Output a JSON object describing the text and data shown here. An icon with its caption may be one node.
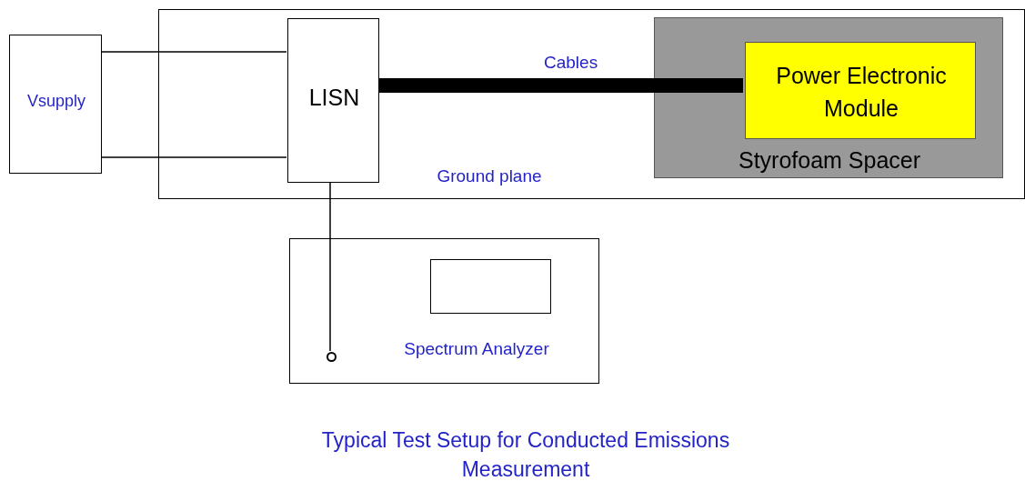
{
  "diagram": {
    "caption": "Typical Test Setup for Conducted Emissions Measurement",
    "nodes": [
      {
        "text": [
          "Vsupply"
        ]
      },
      {
        "text": [
          "Ground plane"
        ]
      },
      {
        "text": [
          "LISN"
        ],
        "in": 1
      },
      {
        "text": [
          "Styrofoam Spacer"
        ],
        "in": 1
      },
      {
        "text": [
          "Power Electronic Module"
        ],
        "in": 3
      },
      {
        "text": [
          "Spectrum Analyzer"
        ]
      },
      {
        "text": [],
        "shape": "box",
        "in": 5
      },
      {
        "text": [],
        "shape": "circle",
        "in": 5
      }
    ],
    "edges": [
      {
        "from": 0,
        "to": 2,
        "arrow": "none"
      },
      {
        "from": 0,
        "to": 2,
        "arrow": "none"
      },
      {
        "from": 2,
        "to": 4,
        "arrow": "none",
        "label": "Cables",
        "style": "thick"
      },
      {
        "from": 2,
        "to": 7,
        "arrow": "none"
      }
    ]
  }
}
